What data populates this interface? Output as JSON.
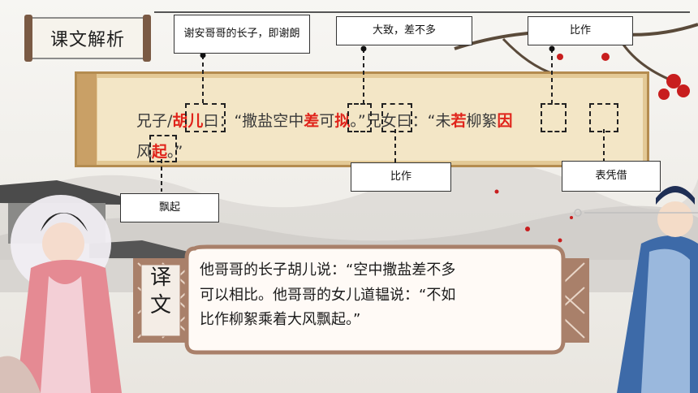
{
  "header": {
    "title": "课文解析"
  },
  "notes": {
    "hu_er": "谢安哥哥的长子，即谢朗",
    "cha": "大致，差不多",
    "ruo": "比作",
    "ni": "比作",
    "yin": "表凭借",
    "qi": "飘起"
  },
  "passage": {
    "line1": [
      {
        "t": "兄子",
        "hl": false
      },
      {
        "t": "/",
        "hl": false
      },
      {
        "t": "胡儿",
        "hl": true
      },
      {
        "t": "曰：“撒盐空中",
        "hl": false
      },
      {
        "t": "差",
        "hl": true
      },
      {
        "t": "可",
        "hl": false
      },
      {
        "t": "拟",
        "hl": true
      },
      {
        "t": "。”兄女曰：“未",
        "hl": false
      },
      {
        "t": "若",
        "hl": true
      },
      {
        "t": "柳絮",
        "hl": false
      },
      {
        "t": "因",
        "hl": true
      }
    ],
    "line2": [
      {
        "t": "风",
        "hl": false
      },
      {
        "t": "起",
        "hl": true
      },
      {
        "t": "。”",
        "hl": false
      }
    ]
  },
  "translation": {
    "label_1": "译",
    "label_2": "文",
    "lines": [
      "他哥哥的长子胡儿说：“空中撒盐差不多",
      "可以相比。他哥哥的女儿道韫说：“不如",
      "比作柳絮乘着大风飘起。”"
    ]
  },
  "colors": {
    "highlight": "#e0231a",
    "board": "#e3c996",
    "blossom": "#c81e1e"
  }
}
